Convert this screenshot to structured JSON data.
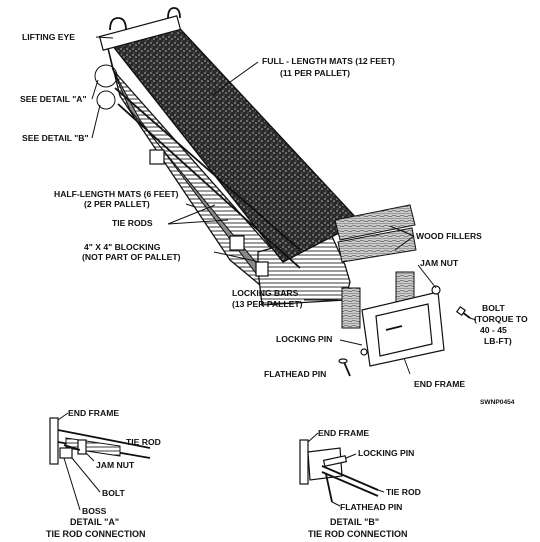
{
  "labels": {
    "lifting_eye": "LIFTING EYE",
    "see_detail_a": "SEE DETAIL \"A\"",
    "see_detail_b": "SEE DETAIL \"B\"",
    "full_length_mats_1": "FULL - LENGTH MATS (12 FEET)",
    "full_length_mats_2": "(11 PER PALLET)",
    "half_length_mats_1": "HALF-LENGTH MATS (6 FEET)",
    "half_length_mats_2": "(2 PER PALLET)",
    "tie_rods": "TIE RODS",
    "blocking_1": "4\" X 4\" BLOCKING",
    "blocking_2": "(NOT PART OF PALLET)",
    "wood_fillers": "WOOD FILLERS",
    "jam_nut": "JAM NUT",
    "locking_bars_1": "LOCKING BARS",
    "locking_bars_2": "(13 PER PALLET)",
    "bolt_1": "BOLT",
    "bolt_2": "(TORQUE TO",
    "bolt_3": "40 - 45",
    "bolt_4": "LB-FT)",
    "locking_pin": "LOCKING PIN",
    "flathead_pin": "FLATHEAD PIN",
    "end_frame": "END FRAME",
    "figure_code": "SWNP0454"
  },
  "detail_a": {
    "end_frame": "END FRAME",
    "tie_rod": "TIE ROD",
    "jam_nut": "JAM NUT",
    "bolt": "BOLT",
    "boss": "BOSS",
    "caption_1": "DETAIL \"A\"",
    "caption_2": "TIE ROD CONNECTION"
  },
  "detail_b": {
    "end_frame": "END FRAME",
    "locking_pin": "LOCKING PIN",
    "tie_rod": "TIE ROD",
    "flathead_pin": "FLATHEAD PIN",
    "caption_1": "DETAIL \"B\"",
    "caption_2": "TIE ROD CONNECTION"
  }
}
